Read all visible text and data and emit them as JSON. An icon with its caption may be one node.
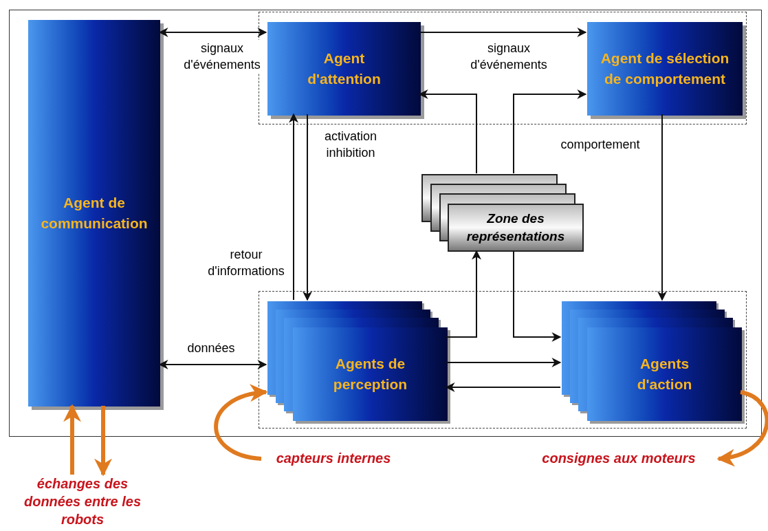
{
  "diagram": {
    "nodes": [
      {
        "text": [],
        "shape": "box"
      },
      {
        "text": [],
        "shape": "box",
        "in": 0
      },
      {
        "text": [
          "Agent de communication"
        ],
        "in": 0
      },
      {
        "text": [
          "Agent d'attention"
        ],
        "in": 1
      },
      {
        "text": [
          "Agent de sélection de comportement"
        ],
        "in": 1
      },
      {
        "text": [
          "Zone des représentations"
        ],
        "in": 0
      },
      {
        "text": [],
        "shape": "box",
        "in": 0
      },
      {
        "text": [
          "Agents de perception"
        ],
        "in": 6
      },
      {
        "text": [
          "Agents d'action"
        ],
        "in": 6
      },
      {
        "text": [
          "échanges des données entre les robots"
        ]
      },
      {
        "text": [
          "capteurs internes"
        ]
      },
      {
        "text": [
          "consignes aux moteurs"
        ]
      }
    ],
    "edges": [
      {
        "from": 2,
        "to": 3,
        "arrow": "both",
        "label": "signaux d'événements"
      },
      {
        "from": 3,
        "to": 4,
        "arrow": "to",
        "label": "signaux d'événements"
      },
      {
        "from": 5,
        "to": 3,
        "arrow": "to"
      },
      {
        "from": 5,
        "to": 4,
        "arrow": "to"
      },
      {
        "from": 3,
        "to": 7,
        "arrow": "to",
        "label": "activation inhibition"
      },
      {
        "from": 7,
        "to": 3,
        "arrow": "to",
        "label": "retour d'informations"
      },
      {
        "from": 4,
        "to": 8,
        "arrow": "to",
        "label": "comportement"
      },
      {
        "from": 2,
        "to": 7,
        "arrow": "both",
        "label": "données"
      },
      {
        "from": 7,
        "to": 5,
        "arrow": "to"
      },
      {
        "from": 5,
        "to": 8,
        "arrow": "to"
      },
      {
        "from": 7,
        "to": 8,
        "arrow": "to"
      },
      {
        "from": 8,
        "to": 7,
        "arrow": "to"
      },
      {
        "from": 9,
        "to": 2,
        "arrow": "to",
        "style": "thick",
        "color": "#e07a1f"
      },
      {
        "from": 2,
        "to": 9,
        "arrow": "to",
        "style": "thick",
        "color": "#e07a1f"
      },
      {
        "from": 10,
        "to": 7,
        "arrow": "to",
        "style": "thick",
        "color": "#e07a1f"
      },
      {
        "from": 8,
        "to": 11,
        "arrow": "to",
        "style": "thick",
        "color": "#e07a1f"
      }
    ]
  }
}
